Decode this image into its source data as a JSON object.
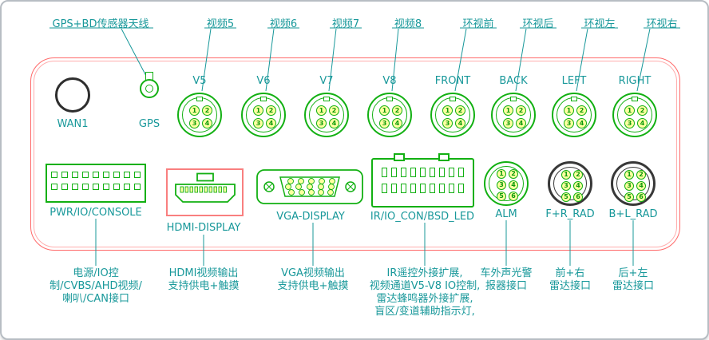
{
  "colors": {
    "teal": "#18989a",
    "green": "#12b012",
    "yellow": "#ffffa0",
    "red": "#f97f7f",
    "dark": "#383838"
  },
  "callouts": {
    "gps_bd": "GPS+BD传感器天线",
    "video5": "视频5",
    "video6": "视频6",
    "video7": "视频7",
    "video8": "视频8",
    "surround_front": "环视前",
    "surround_back": "环视后",
    "surround_left": "环视左",
    "surround_right": "环视右"
  },
  "panel": {
    "wan1_label": "WAN1",
    "gps_label": "GPS",
    "round_connectors": [
      {
        "id": "v5",
        "label": "V5",
        "pins": [
          "1",
          "2",
          "3",
          "4"
        ]
      },
      {
        "id": "v6",
        "label": "V6",
        "pins": [
          "1",
          "2",
          "3",
          "4"
        ]
      },
      {
        "id": "v7",
        "label": "V7",
        "pins": [
          "1",
          "2",
          "3",
          "4"
        ]
      },
      {
        "id": "v8",
        "label": "V8",
        "pins": [
          "1",
          "2",
          "3",
          "4"
        ]
      },
      {
        "id": "front",
        "label": "FRONT",
        "pins": [
          "1",
          "2",
          "3",
          "4"
        ]
      },
      {
        "id": "back",
        "label": "BACK",
        "pins": [
          "1",
          "2",
          "3",
          "4"
        ]
      },
      {
        "id": "left",
        "label": "LEFT",
        "pins": [
          "1",
          "2",
          "3",
          "4"
        ]
      },
      {
        "id": "right",
        "label": "RIGHT",
        "pins": [
          "1",
          "2",
          "3",
          "4"
        ]
      }
    ],
    "pwr_label": "PWR/IO/CONSOLE",
    "hdmi_label": "HDMI-DISPLAY",
    "vga_label": "VGA-DISPLAY",
    "ir_label": "IR/IO_CON/BSD_LED",
    "alm_label": "ALM",
    "alm_pins": [
      "1",
      "2",
      "3",
      "4",
      "5",
      "6"
    ],
    "fr_rad_label": "F+R_RAD",
    "fr_rad_pins": [
      "1",
      "2",
      "3",
      "4",
      "5",
      "6"
    ],
    "bl_rad_label": "B+L_RAD",
    "bl_rad_pins": [
      "1",
      "2",
      "3",
      "4",
      "5",
      "6"
    ]
  },
  "notes": {
    "pwr": [
      "电源/IO控",
      "制/CVBS/AHD视频/",
      "喇叭/CAN接口"
    ],
    "hdmi": [
      "HDMI视频输出",
      "支持供电+触摸"
    ],
    "vga": [
      "VGA视频输出",
      "支持供电+触摸"
    ],
    "ir": [
      "IR遥控外接扩展,",
      "视频通道V5-V8 IO控制,",
      "雷达蜂鸣器外接扩展,",
      "盲区/变道辅助指示灯,"
    ],
    "alm": [
      "车外声光警",
      "报器接口"
    ],
    "fr_rad": [
      "前+右",
      "雷达接口"
    ],
    "bl_rad": [
      "后+左",
      "雷达接口"
    ]
  }
}
